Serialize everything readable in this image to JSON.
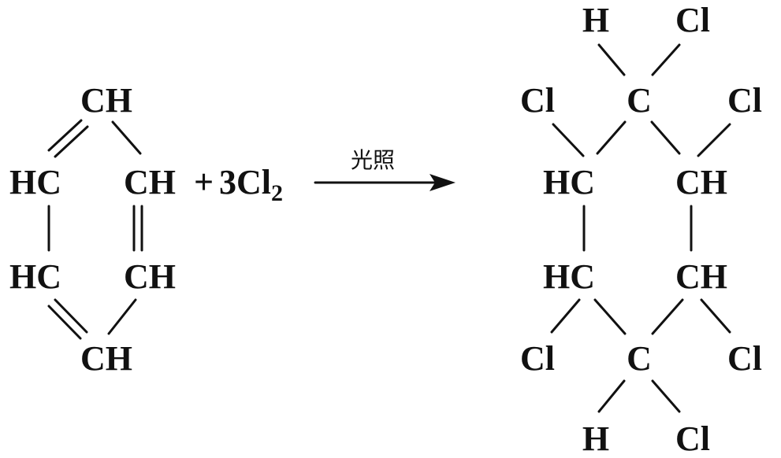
{
  "reaction": {
    "reactant": {
      "atoms": {
        "top": "CH",
        "left_upper": "HC",
        "right_upper": "CH",
        "left_lower": "HC",
        "right_lower": "CH",
        "bottom": "CH"
      }
    },
    "plus": "+",
    "reagent": {
      "coefficient_formula": "3Cl",
      "subscript": "2"
    },
    "arrow": {
      "condition": "光照"
    },
    "product": {
      "atoms": {
        "top_h": "H",
        "top_cl": "Cl",
        "top_c": "C",
        "upper_left_cl": "Cl",
        "upper_right_cl": "Cl",
        "left_upper": "HC",
        "right_upper": "CH",
        "left_lower": "HC",
        "right_lower": "CH",
        "lower_left_cl": "Cl",
        "bottom_c": "C",
        "lower_right_cl": "Cl",
        "bottom_h": "H",
        "bottom_cl": "Cl"
      }
    }
  }
}
